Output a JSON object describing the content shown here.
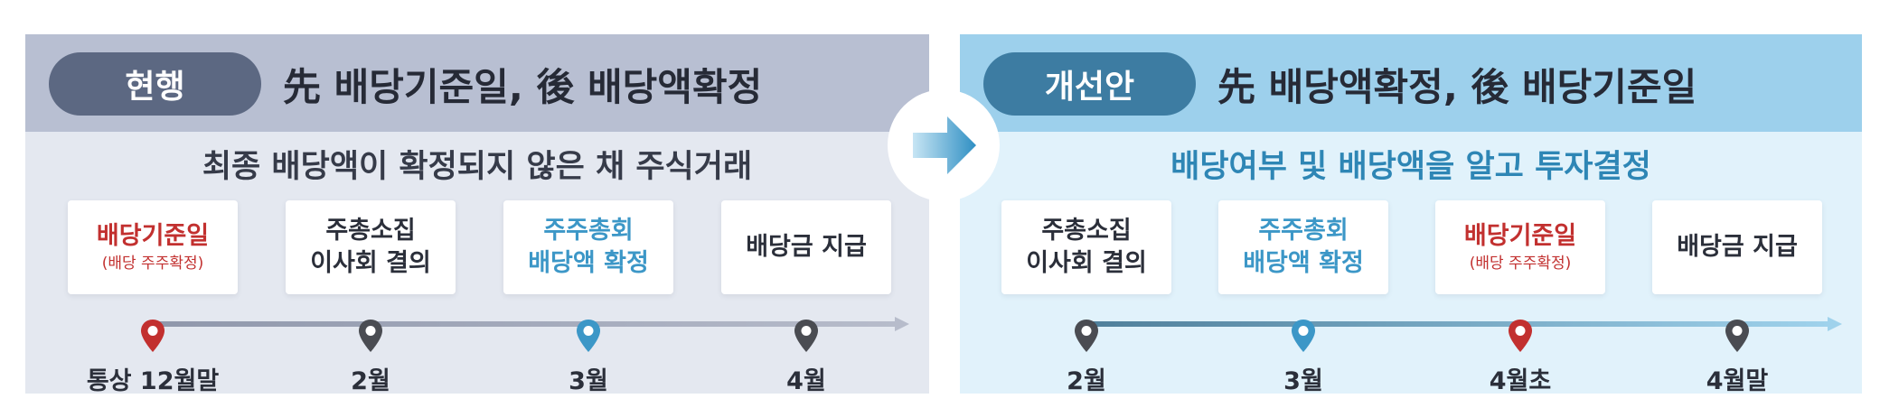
{
  "current": {
    "badge": "현행",
    "title": "先 배당기준일, 後 배당액확정",
    "subtitle": "최종 배당액이 확정되지 않은 채 주식거래",
    "steps": [
      {
        "line1": "배당기준일",
        "line2": "",
        "note": "(배당 주주확정)",
        "label": "통상 12월말",
        "color": "red"
      },
      {
        "line1": "주총소집",
        "line2": "이사회 결의",
        "note": "",
        "label": "2월",
        "color": "gray"
      },
      {
        "line1": "주주총회",
        "line2": "배당액 확정",
        "note": "",
        "label": "3월",
        "color": "blue"
      },
      {
        "line1": "배당금 지급",
        "line2": "",
        "note": "",
        "label": "4월",
        "color": "gray"
      }
    ]
  },
  "improved": {
    "badge": "개선안",
    "title": "先 배당액확정, 後 배당기준일",
    "subtitle": "배당여부 및 배당액을 알고 투자결정",
    "steps": [
      {
        "line1": "주총소집",
        "line2": "이사회 결의",
        "note": "",
        "label": "2월",
        "color": "gray"
      },
      {
        "line1": "주주총회",
        "line2": "배당액 확정",
        "note": "",
        "label": "3월",
        "color": "blue"
      },
      {
        "line1": "배당기준일",
        "line2": "",
        "note": "(배당 주주확정)",
        "label": "4월초",
        "color": "red"
      },
      {
        "line1": "배당금 지급",
        "line2": "",
        "note": "",
        "label": "4월말",
        "color": "gray"
      }
    ]
  },
  "colors": {
    "red": "#c2302f",
    "blue": "#3c97c7",
    "gray": "#4a4c52",
    "left_header": "#b8bfd2",
    "left_badge": "#5c6882",
    "right_header": "#9dd0ec",
    "right_badge": "#3d7ca2",
    "left_body": "#e4e8f0",
    "right_body": "#e1f2fb"
  },
  "icons": {
    "pin": "map-pin-icon",
    "connector": "arrow-right-icon"
  }
}
